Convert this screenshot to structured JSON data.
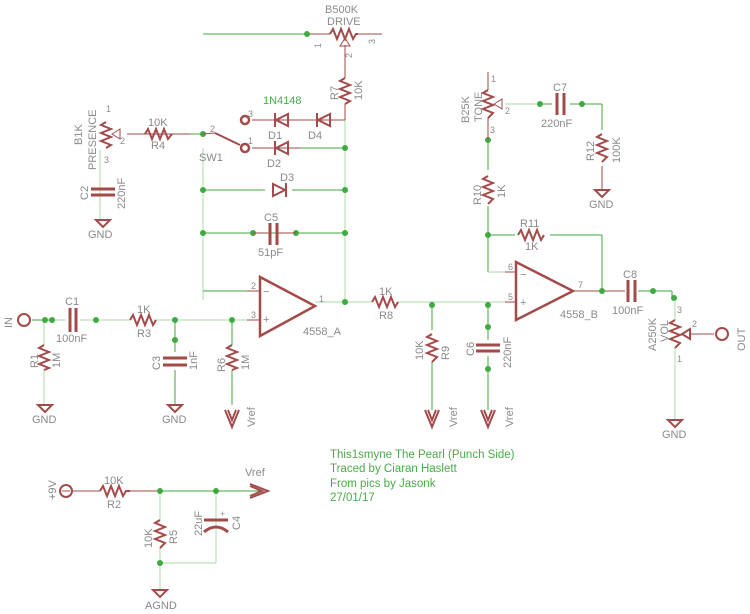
{
  "schematic": {
    "title_block": [
      "This1smyne The Pearl (Punch Side)",
      "Traced by Ciaran Haslett",
      "From pics by Jasonk",
      "27/01/17"
    ],
    "colors": {
      "wire": "#3faa3f",
      "part": "#a34a4a",
      "label": "#8a8a8a",
      "note": "#4aaa4a"
    },
    "ports": {
      "in": "IN",
      "out": "OUT",
      "power": "+9V"
    },
    "nets": {
      "gnd": "GND",
      "agnd": "AGND",
      "vref": "Vref"
    },
    "components": {
      "pot_drive": {
        "name": "B500K",
        "value": "DRIVE",
        "pins": [
          "1",
          "2",
          "3"
        ]
      },
      "pot_presence": {
        "name": "B1K",
        "value": "PRESENCE",
        "pins": [
          "1",
          "2",
          "3"
        ]
      },
      "pot_tone": {
        "name": "B25K",
        "value": "TONE",
        "pins": [
          "1",
          "2",
          "3"
        ]
      },
      "pot_vol": {
        "name": "A250K",
        "value": "VOL",
        "pins": [
          "1",
          "2",
          "3"
        ]
      },
      "r1": {
        "name": "R1",
        "value": "1M"
      },
      "r2": {
        "name": "R2",
        "value": "10K"
      },
      "r3": {
        "name": "R3",
        "value": "1K"
      },
      "r4": {
        "name": "R4",
        "value": "10K"
      },
      "r5": {
        "name": "R5",
        "value": "10K"
      },
      "r6": {
        "name": "R6",
        "value": "1M"
      },
      "r7": {
        "name": "R7",
        "value": "10K"
      },
      "r8": {
        "name": "R8",
        "value": "1K"
      },
      "r9": {
        "name": "R9",
        "value": "10K"
      },
      "r10": {
        "name": "R10",
        "value": "1K"
      },
      "r11": {
        "name": "R11",
        "value": "1K"
      },
      "r12": {
        "name": "R12",
        "value": "100K"
      },
      "c1": {
        "name": "C1",
        "value": "100nF"
      },
      "c2": {
        "name": "C2",
        "value": "220nF"
      },
      "c3": {
        "name": "C3",
        "value": "1nF"
      },
      "c4": {
        "name": "C4",
        "value": "22uF",
        "polarity": "+"
      },
      "c5": {
        "name": "C5",
        "value": "51pF"
      },
      "c6": {
        "name": "C6",
        "value": "220nF"
      },
      "c7": {
        "name": "C7",
        "value": "220nF"
      },
      "c8": {
        "name": "C8",
        "value": "100nF"
      },
      "d1": {
        "name": "D1"
      },
      "d2": {
        "name": "D2"
      },
      "d3": {
        "name": "D3"
      },
      "d4": {
        "name": "D4"
      },
      "diode_type": "1N4148",
      "sw1": {
        "name": "SW1",
        "pins": [
          "1",
          "2",
          "3"
        ]
      },
      "opamp_a": {
        "name": "4558_A",
        "pins": [
          "1",
          "2",
          "3"
        ],
        "minus": "−",
        "plus": "+"
      },
      "opamp_b": {
        "name": "4558_B",
        "pins": [
          "5",
          "6",
          "7"
        ],
        "minus": "−",
        "plus": "+"
      }
    }
  }
}
